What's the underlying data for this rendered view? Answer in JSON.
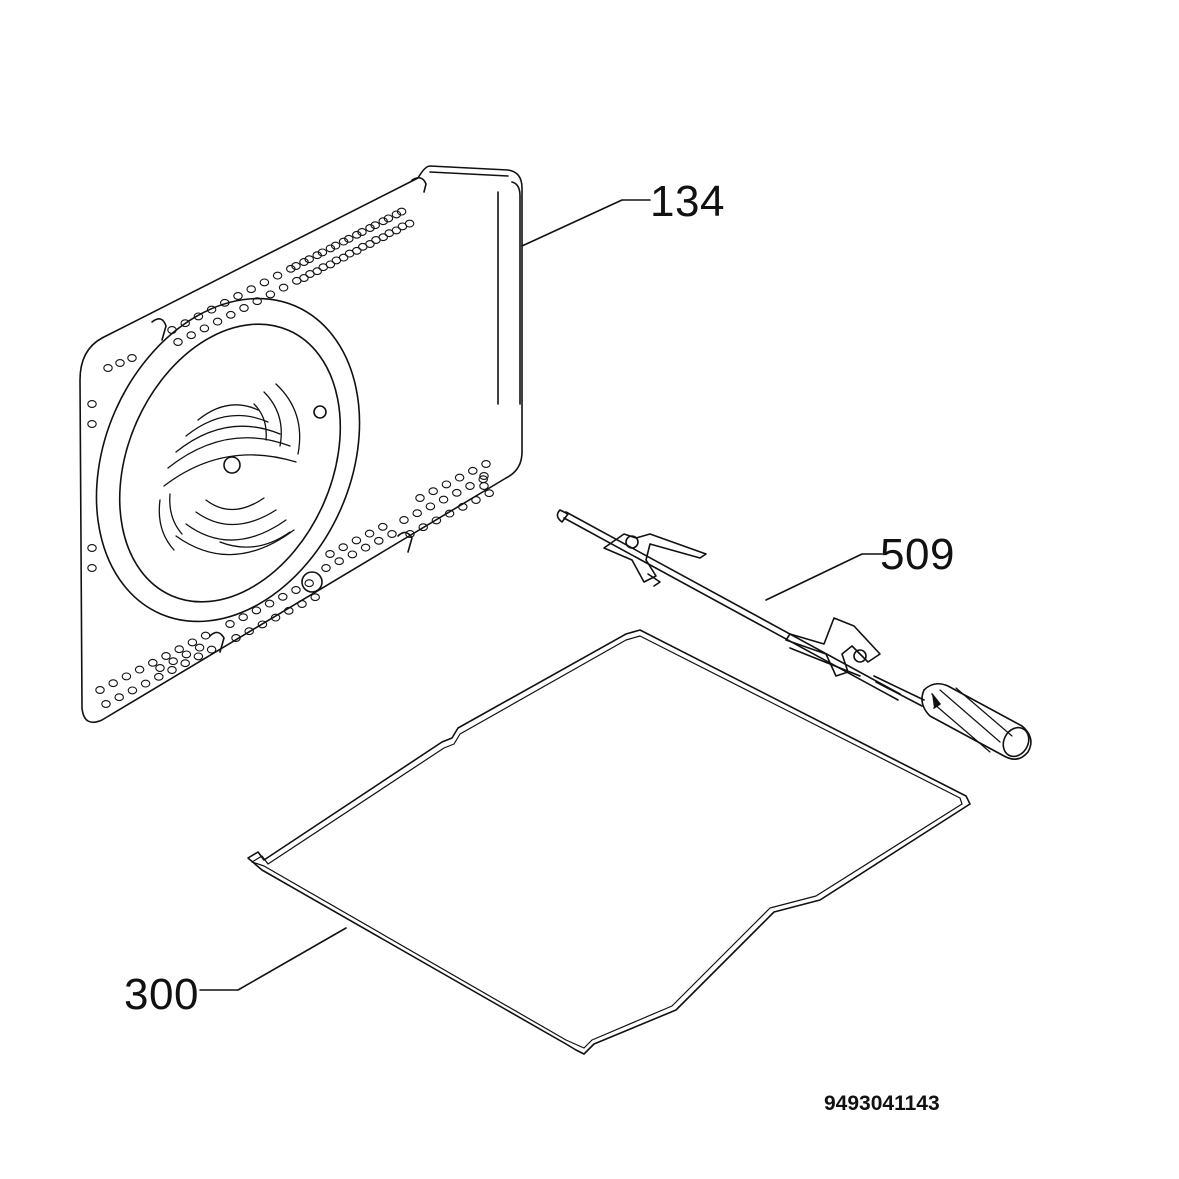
{
  "callouts": {
    "rear_panel": "134",
    "rotisserie_spit": "509",
    "shelf_frame": "300"
  },
  "drawing_number": "9493041143",
  "parts": [
    {
      "callout": "134",
      "icon": "oven-back-panel-icon"
    },
    {
      "callout": "509",
      "icon": "rotisserie-spit-icon"
    },
    {
      "callout": "300",
      "icon": "wire-shelf-icon"
    }
  ],
  "colors": {
    "line": "#111111",
    "background": "#ffffff"
  }
}
